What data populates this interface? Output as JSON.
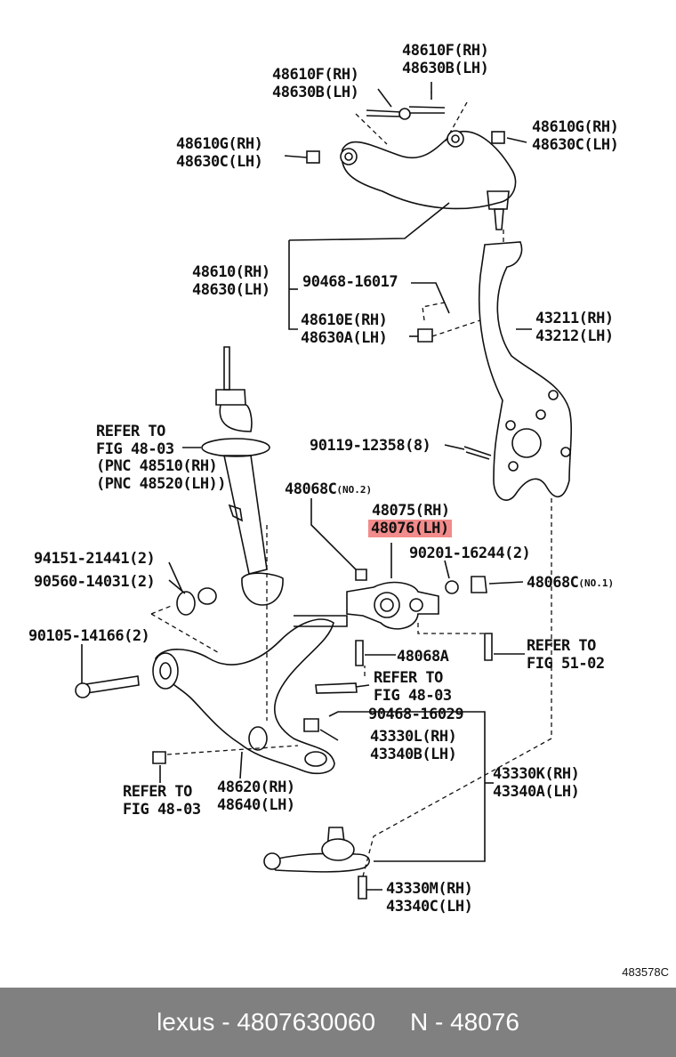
{
  "labels": {
    "l1": "48610F(RH)",
    "l2": "48630B(LH)",
    "l3": "48610F(RH)",
    "l4": "48630B(LH)",
    "l5": "48610G(RH)",
    "l6": "48630C(LH)",
    "l7": "48610G(RH)",
    "l8": "48630C(LH)",
    "l9": "48610(RH)",
    "l10": "48630(LH)",
    "l11": "90468-16017",
    "l12": "48610E(RH)",
    "l13": "48630A(LH)",
    "l14": "43211(RH)",
    "l15": "43212(LH)",
    "l16": "REFER TO",
    "l17": "FIG 48-03",
    "l18": "(PNC 48510(RH)",
    "l19": "(PNC 48520(LH))",
    "l20": "90119-12358(8)",
    "l21": "48068C",
    "l21s": "(NO.2)",
    "l22": "48075(RH)",
    "l23": "48076(LH)",
    "l24": "90201-16244(2)",
    "l25": "94151-21441(2)",
    "l26": "90560-14031(2)",
    "l27": "48068C",
    "l27s": "(NO.1)",
    "l28": "90105-14166(2)",
    "l29": "48068A",
    "l30": "REFER TO",
    "l31": "FIG 51-02",
    "l32": "REFER TO",
    "l33": "FIG 48-03",
    "l34": "90468-16029",
    "l35": "43330L(RH)",
    "l36": "43340B(LH)",
    "l37": "43330K(RH)",
    "l38": "43340A(LH)",
    "l39": "REFER TO",
    "l40": "FIG 48-03",
    "l41": "48620(RH)",
    "l42": "48640(LH)",
    "l43": "43330M(RH)",
    "l44": "43340C(LH)"
  },
  "illustration_code": "483578C",
  "footer": {
    "brand": "lexus",
    "part_number": "4807630060",
    "ref": "N - 48076"
  },
  "highlight_color": "#f28b8b"
}
